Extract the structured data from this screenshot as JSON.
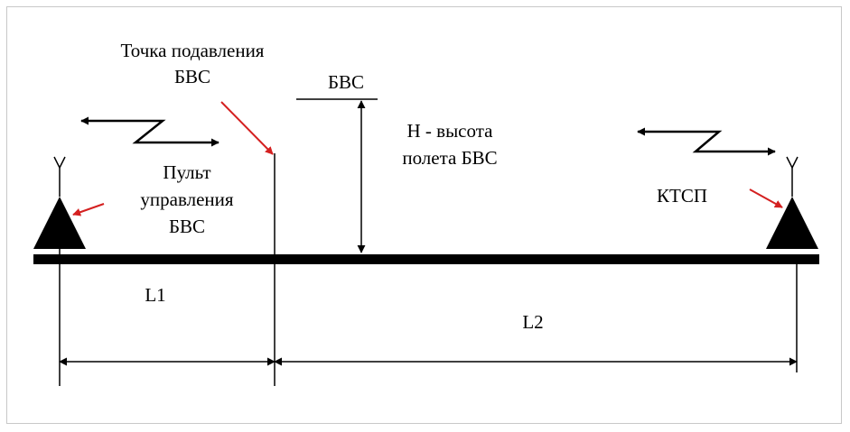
{
  "labels": {
    "suppression_point_line1": "Точка подавления",
    "suppression_point_line2": "БВС",
    "uav": "БВС",
    "height_line1": "H - высота",
    "height_line2": "полета БВС",
    "control_line1": "Пульт",
    "control_line2": "управления",
    "control_line3": "БВС",
    "ktsp": "КТСП",
    "l1": "L1",
    "l2": "L2"
  },
  "colors": {
    "line": "#000000",
    "pointer": "#d42020",
    "frame": "#c8c8c8"
  },
  "icons": [
    "antenna-icon",
    "radio-link-arrow-icon",
    "pointer-arrow-icon"
  ]
}
